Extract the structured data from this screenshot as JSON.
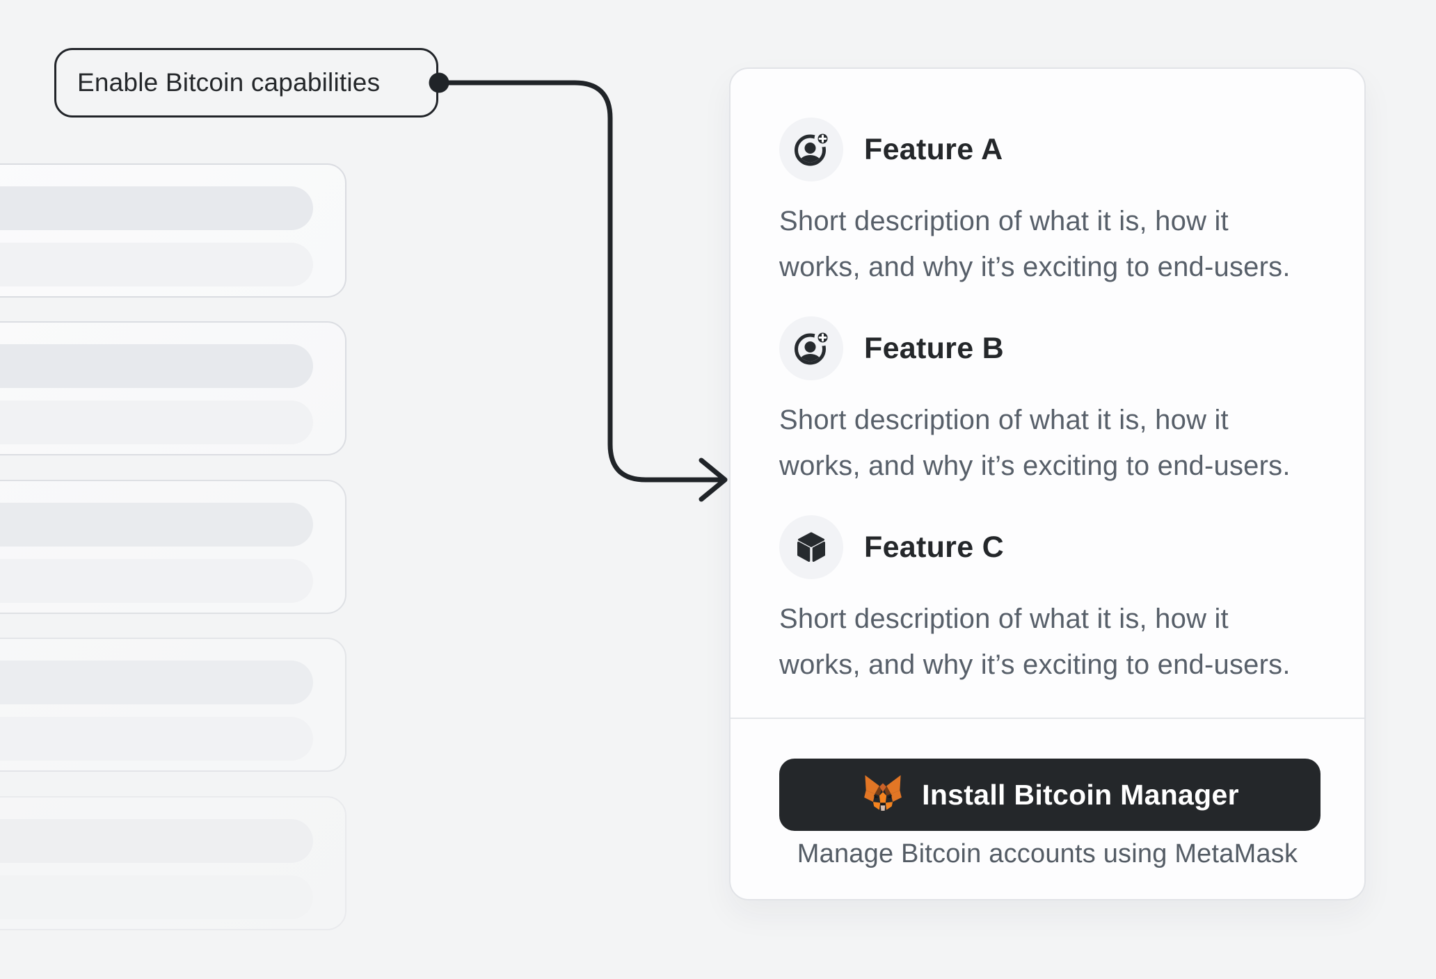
{
  "annotation": {
    "label": "Enable Bitcoin capabilities"
  },
  "skeleton": {
    "placeholder_card_count": 5
  },
  "features": [
    {
      "icon": "user-plus-icon",
      "title": "Feature A",
      "description_line1": "Short description of what it is, how it",
      "description_line2": "works, and why it’s exciting to end-users."
    },
    {
      "icon": "user-plus-icon",
      "title": "Feature B",
      "description_line1": "Short description of what it is, how it",
      "description_line2": "works, and why it’s exciting to end-users."
    },
    {
      "icon": "cube-icon",
      "title": "Feature C",
      "description_line1": "Short description of what it is, how it",
      "description_line2": "works, and why it’s exciting to end-users."
    }
  ],
  "footer": {
    "install_button_label": "Install Bitcoin Manager",
    "caption": "Manage Bitcoin accounts using MetaMask"
  },
  "colors": {
    "dark": "#24272a",
    "gray_text": "#575f69",
    "page_bg": "#f3f4f5",
    "fox_orange": "#E27625",
    "fox_orange_bright": "#F5841F",
    "fox_brown": "#763D16",
    "fox_muzzle": "#D5BFB2"
  }
}
